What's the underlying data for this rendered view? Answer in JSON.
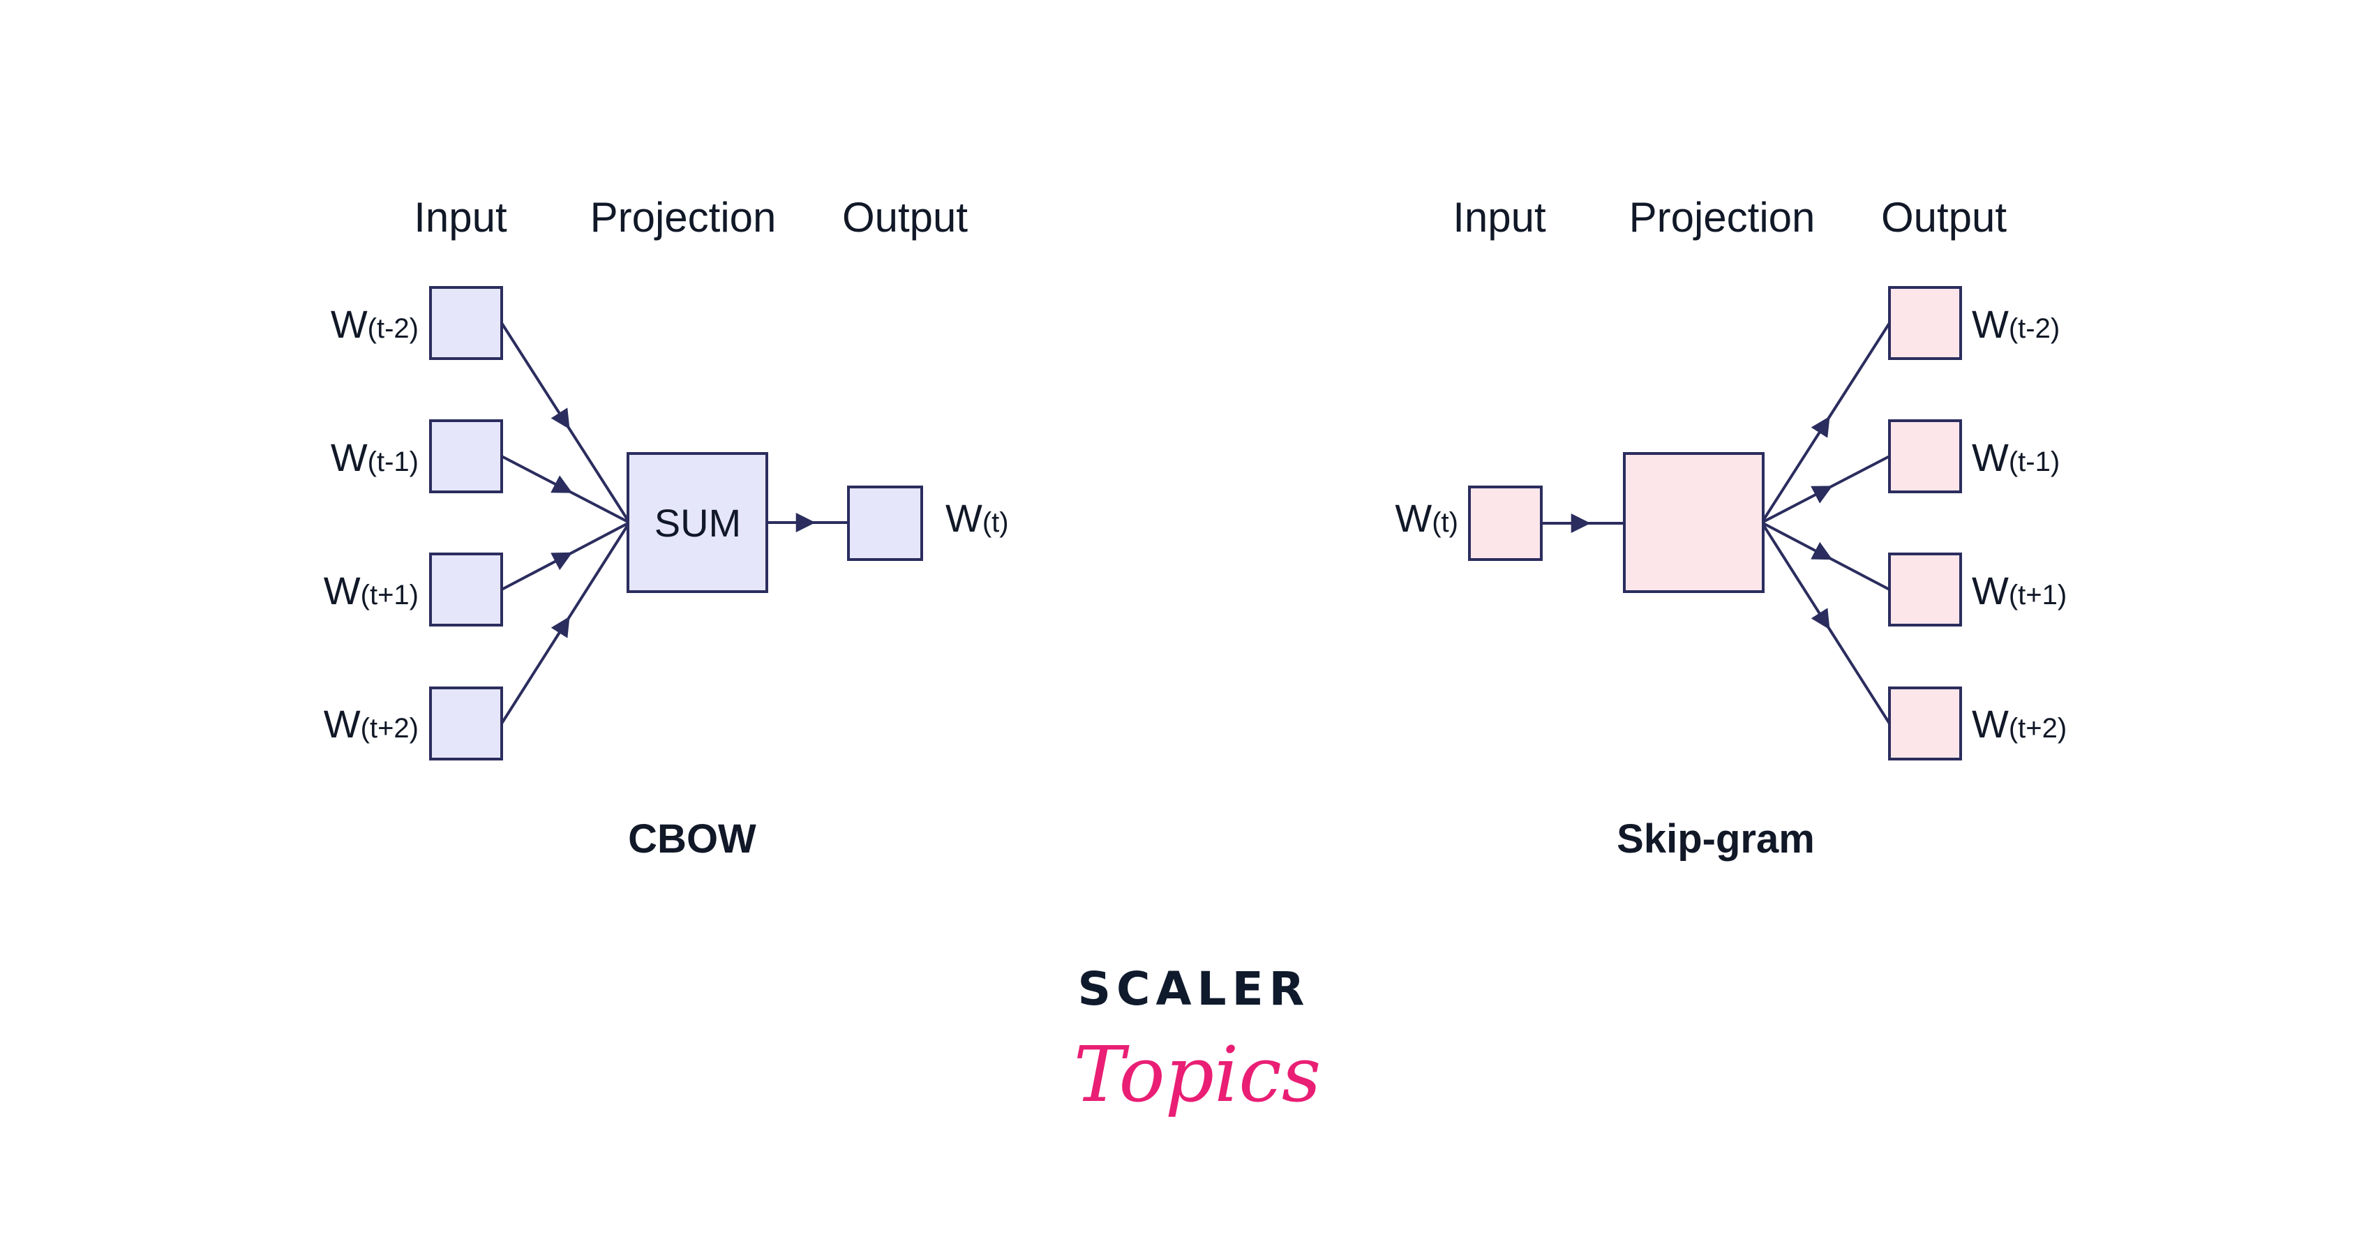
{
  "colors": {
    "cbow_fill": "#e6e6fa",
    "skipgram_fill": "#fde6ea",
    "stroke": "#2b2d5e",
    "logo_dark": "#0f1a2c",
    "logo_pink": "#e91e74"
  },
  "cbow": {
    "title": "CBOW",
    "headers": {
      "input": "Input",
      "projection": "Projection",
      "output": "Output"
    },
    "inputs": [
      {
        "w": "W",
        "sub": "(t-2)"
      },
      {
        "w": "W",
        "sub": "(t-1)"
      },
      {
        "w": "W",
        "sub": "(t+1)"
      },
      {
        "w": "W",
        "sub": "(t+2)"
      }
    ],
    "projection_label": "SUM",
    "output": {
      "w": "W",
      "sub": "(t)"
    }
  },
  "skipgram": {
    "title": "Skip-gram",
    "headers": {
      "input": "Input",
      "projection": "Projection",
      "output": "Output"
    },
    "input": {
      "w": "W",
      "sub": "(t)"
    },
    "outputs": [
      {
        "w": "W",
        "sub": "(t-2)"
      },
      {
        "w": "W",
        "sub": "(t-1)"
      },
      {
        "w": "W",
        "sub": "(t+1)"
      },
      {
        "w": "W",
        "sub": "(t+2)"
      }
    ]
  },
  "logo": {
    "line1": "SCALER",
    "line2": "Topics"
  }
}
